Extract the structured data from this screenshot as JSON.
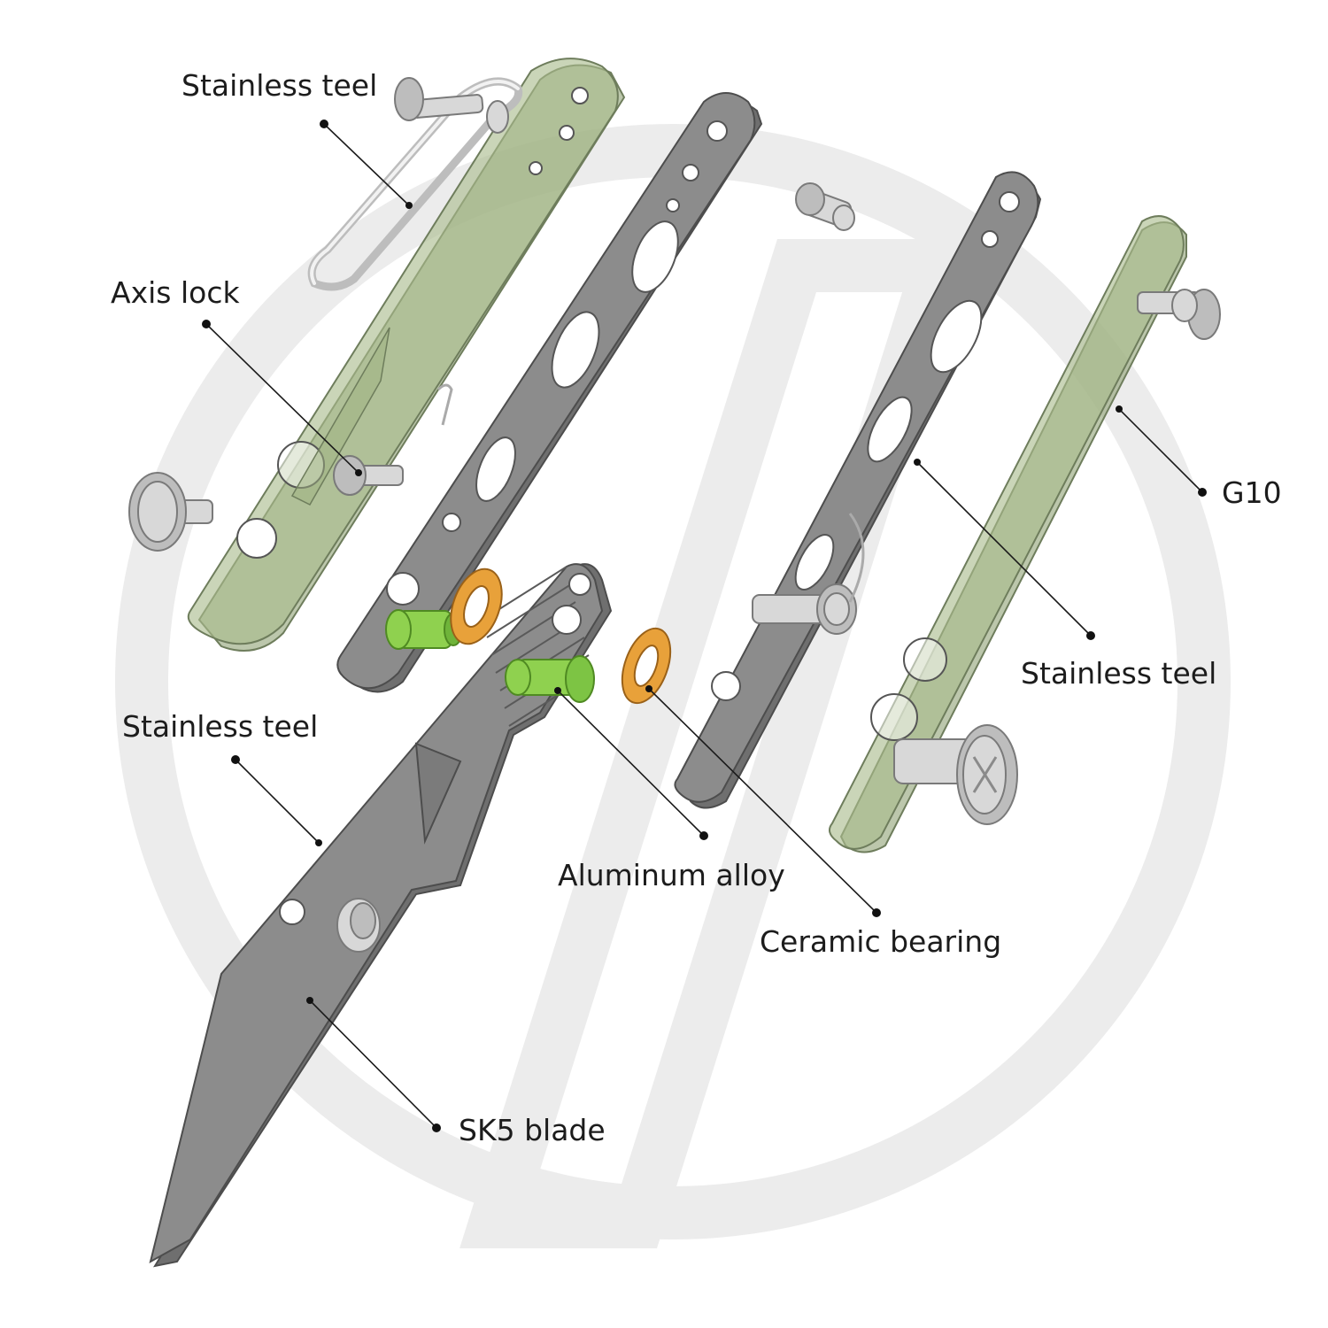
{
  "parts": [
    {
      "id": "clip-top",
      "label": "Stainless teel"
    },
    {
      "id": "axis-lock",
      "label": "Axis lock"
    },
    {
      "id": "g10-scale",
      "label": "G10"
    },
    {
      "id": "liner-right",
      "label": "Stainless teel"
    },
    {
      "id": "liner-left",
      "label": "Stainless teel"
    },
    {
      "id": "aluminum-pivot",
      "label": "Aluminum alloy"
    },
    {
      "id": "ceramic-bearing",
      "label": "Ceramic bearing"
    },
    {
      "id": "blade",
      "label": "SK5 blade"
    }
  ],
  "colors": {
    "steel": "#8c8c8c",
    "g10": "#a9bb8c",
    "hardware": "#d8d8d8",
    "bearing": "#e8a13a",
    "aluminum": "#8fd14f"
  }
}
